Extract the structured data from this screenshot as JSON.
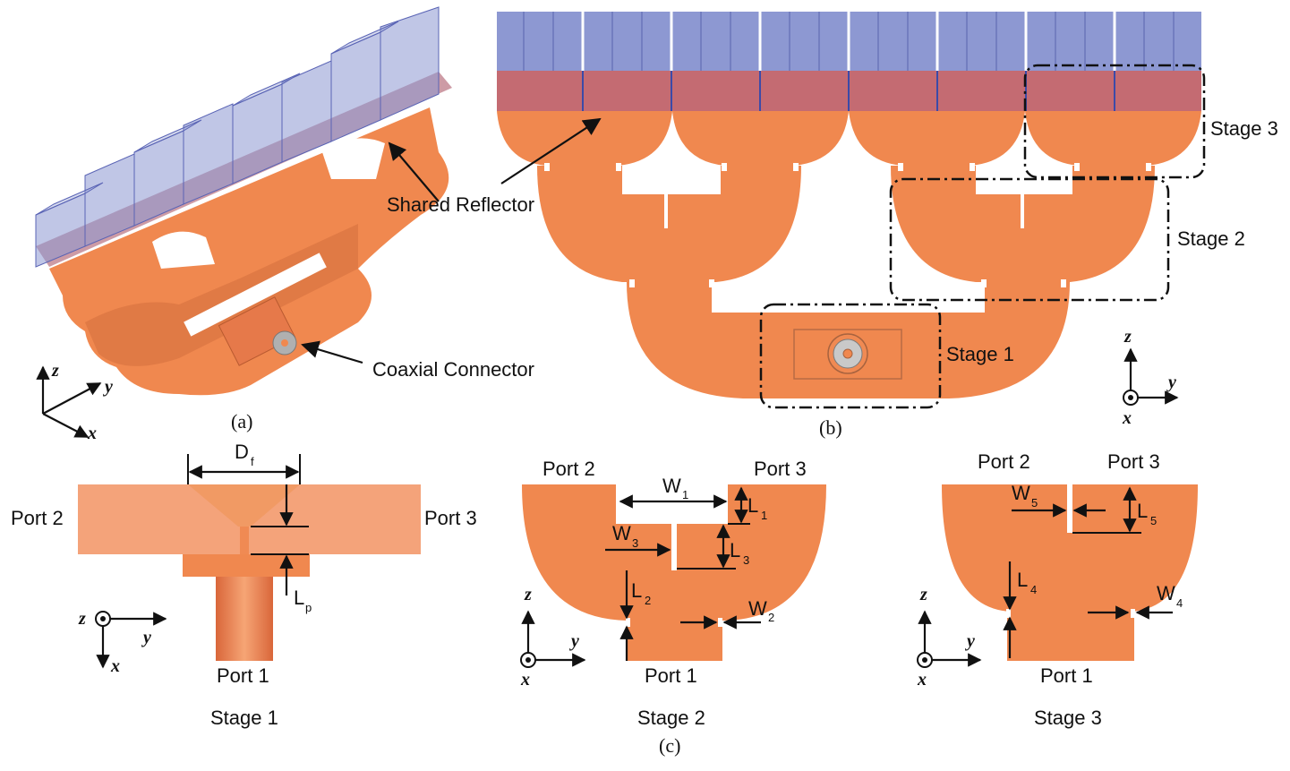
{
  "panel_a": {
    "caption": "(a)",
    "shared_reflector": "Shared Reflector",
    "coaxial_connector": "Coaxial Connector",
    "axes": {
      "z": "z",
      "y": "y",
      "x": "x"
    }
  },
  "panel_b": {
    "caption": "(b)",
    "stage1": "Stage 1",
    "stage2": "Stage 2",
    "stage3": "Stage 3",
    "axes": {
      "z": "z",
      "y": "y",
      "x": "x"
    }
  },
  "panel_c": {
    "caption": "(c)",
    "stage1": {
      "title": "Stage 1",
      "port1": "Port 1",
      "port2": "Port 2",
      "port3": "Port 3",
      "df_main": "D",
      "df_sub": "f",
      "lp_main": "L",
      "lp_sub": "p",
      "axes": {
        "z": "z",
        "y": "y",
        "x": "x"
      }
    },
    "stage2": {
      "title": "Stage 2",
      "port1": "Port 1",
      "port2": "Port 2",
      "port3": "Port 3",
      "w1_main": "W",
      "w1_sub": "1",
      "w2_main": "W",
      "w2_sub": "2",
      "w3_main": "W",
      "w3_sub": "3",
      "l1_main": "L",
      "l1_sub": "1",
      "l2_main": "L",
      "l2_sub": "2",
      "l3_main": "L",
      "l3_sub": "3",
      "axes": {
        "z": "z",
        "y": "y",
        "x": "x"
      }
    },
    "stage3": {
      "title": "Stage 3",
      "port1": "Port 1",
      "port2": "Port 2",
      "port3": "Port 3",
      "w4_main": "W",
      "w4_sub": "4",
      "w5_main": "W",
      "w5_sub": "5",
      "l4_main": "L",
      "l4_sub": "4",
      "l5_main": "L",
      "l5_sub": "5",
      "axes": {
        "z": "z",
        "y": "y",
        "x": "x"
      }
    }
  },
  "colors": {
    "copper": "#f0884f",
    "copper_light": "#f4a37a",
    "reflector_blue": "#8d98d2",
    "reflector_red": "#c46b72"
  }
}
